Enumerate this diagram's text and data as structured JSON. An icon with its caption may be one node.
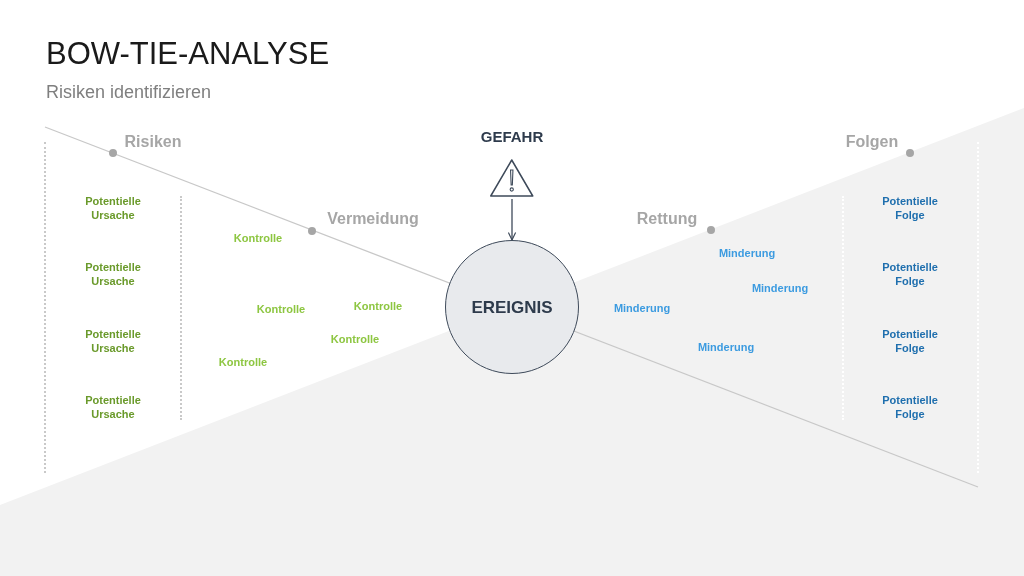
{
  "diagram": {
    "title": "BOW-TIE-ANALYSE",
    "nodes": [
      {
        "text": [
          "GEFAHR"
        ]
      },
      {
        "text": [
          "EREIGNIS"
        ]
      }
    ],
    "edges": [
      {
        "from": 0,
        "to": 1,
        "arrow": "to"
      }
    ],
    "labels": [
      "Risiken identifizieren",
      "Risiken",
      "Folgen",
      "Vermeidung",
      "Rettung",
      "Potentielle Ursache",
      "Potentielle Ursache",
      "Potentielle Ursache",
      "Potentielle Ursache",
      "Kontrolle",
      "Kontrolle",
      "Kontrolle",
      "Kontrolle",
      "Kontrolle",
      "Minderung",
      "Minderung",
      "Minderung",
      "Minderung",
      "Potentielle Folge",
      "Potentielle Folge",
      "Potentielle Folge",
      "Potentielle Folge"
    ]
  }
}
